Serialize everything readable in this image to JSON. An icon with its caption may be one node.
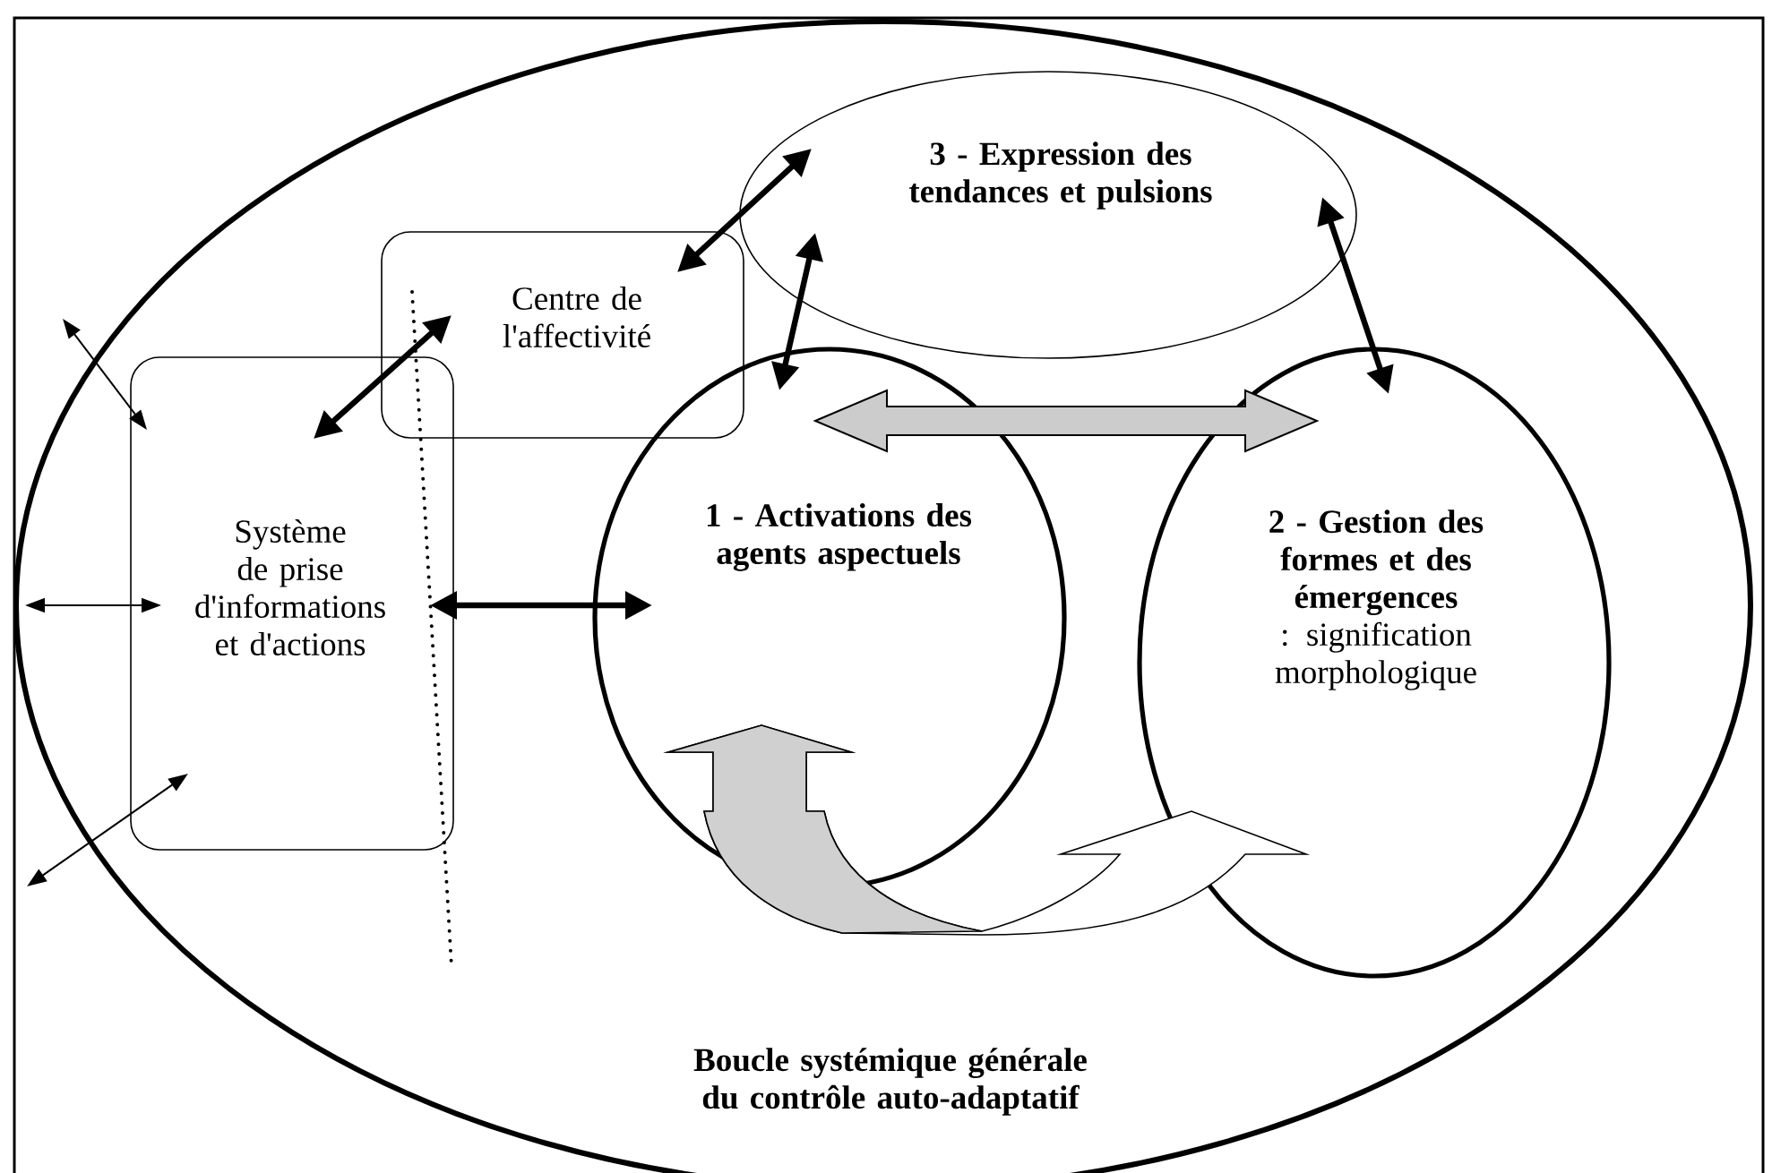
{
  "diagram": {
    "nodes": [
      {
        "text": [
          "Boucle systémique générale du contrôle auto-adaptatif"
        ]
      },
      {
        "text": [
          "Système de prise d'informations et d'actions"
        ],
        "in": 0
      },
      {
        "text": [
          "Centre de l'affectivité"
        ],
        "in": 0
      },
      {
        "text": [
          "3 - Expression des tendances et pulsions"
        ],
        "in": 0
      },
      {
        "text": [
          "1 - Activations des agents aspectuels"
        ],
        "in": 0
      },
      {
        "text": [
          "**2 - Gestion des formes et des émergences** : signification morphologique"
        ],
        "in": 0
      }
    ],
    "edges": [
      {
        "from": null,
        "to": 1,
        "arrow": "both"
      },
      {
        "from": null,
        "to": 1,
        "arrow": "both"
      },
      {
        "from": null,
        "to": 1,
        "arrow": "both"
      },
      {
        "from": 1,
        "to": 2,
        "arrow": "both"
      },
      {
        "from": 2,
        "to": 3,
        "arrow": "both"
      },
      {
        "from": 4,
        "to": 3,
        "arrow": "both"
      },
      {
        "from": 3,
        "to": 5,
        "arrow": "both"
      },
      {
        "from": 1,
        "to": 4,
        "arrow": "both"
      },
      {
        "from": 4,
        "to": 5,
        "arrow": "both",
        "color": "#cccccc"
      },
      {
        "from": 4,
        "to": 5,
        "arrow": "both"
      }
    ]
  }
}
